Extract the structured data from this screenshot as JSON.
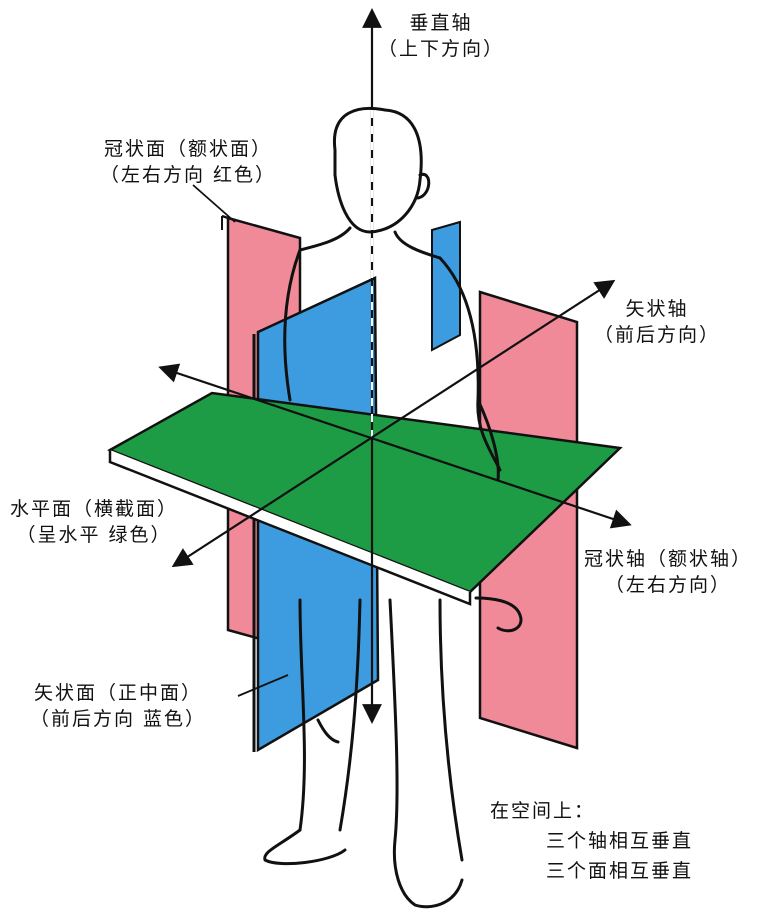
{
  "colors": {
    "coronal_plane": "#f08a98",
    "sagittal_plane": "#3d9be0",
    "horizontal_plane": "#1e9b45",
    "outline": "#111111",
    "background": "#ffffff"
  },
  "labels": {
    "vertical_axis": {
      "line1": "垂直轴",
      "line2": "（上下方向）"
    },
    "coronal_plane": {
      "line1": "冠状面（额状面）",
      "line2": "（左右方向 红色）"
    },
    "sagittal_axis": {
      "line1": "矢状轴",
      "line2": "（前后方向）"
    },
    "horizontal_plane": {
      "line1": "水平面（横截面）",
      "line2": "（呈水平 绿色）"
    },
    "coronal_axis": {
      "line1": "冠状轴（额状轴）",
      "line2": "（左右方向）"
    },
    "sagittal_plane": {
      "line1": "矢状面（正中面）",
      "line2": "（前后方向 蓝色）"
    }
  },
  "note": {
    "title": "在空间上：",
    "line1": "三个轴相互垂直",
    "line2": "三个面相互垂直"
  },
  "icons": [
    "arrowhead-icon"
  ]
}
